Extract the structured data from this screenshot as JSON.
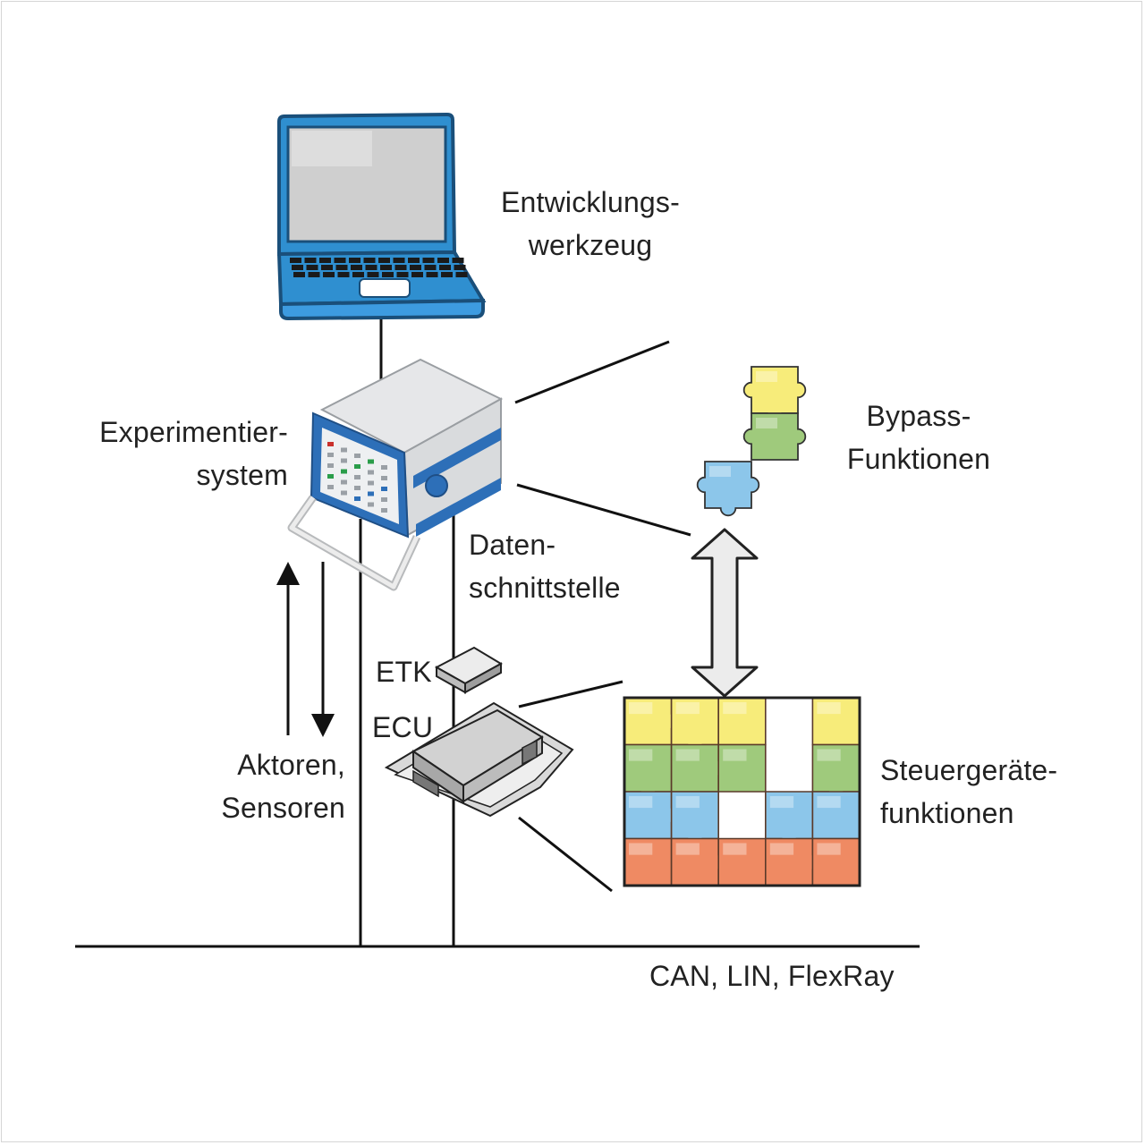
{
  "labels": {
    "dev_tool_1": "Entwicklungs-",
    "dev_tool_2": "werkzeug",
    "exp_system_1": "Experimentier-",
    "exp_system_2": "system",
    "bypass_1": "Bypass-",
    "bypass_2": "Funktionen",
    "data_interface_1": "Daten-",
    "data_interface_2": "schnittstelle",
    "etk": "ETK",
    "ecu": "ECU",
    "actuators_1": "Aktoren,",
    "actuators_2": "Sensoren",
    "ecu_functions_1": "Steuergeräte-",
    "ecu_functions_2": "funktionen",
    "bus": "CAN, LIN, FlexRay"
  },
  "colors": {
    "laptop_blue": "#2f8fd0",
    "laptop_dark": "#1a4f7a",
    "screen": "#d0d0d0",
    "device_blue": "#2d6fb8",
    "device_grey": "#dadcde",
    "puzzle_yellow": "#f7ec7a",
    "puzzle_green": "#9fca7c",
    "puzzle_blue": "#8cc6ea",
    "puzzle_red": "#ef8a63",
    "line": "#111111"
  },
  "icons": {
    "laptop": "laptop-icon",
    "experiment_system": "experiment-system-icon",
    "etk": "etk-module-icon",
    "ecu": "ecu-board-icon",
    "bypass": "puzzle-bypass-icon",
    "ecu_functions": "puzzle-grid-icon"
  },
  "puzzle_grid": {
    "rows": [
      [
        "yellow",
        "yellow",
        "yellow",
        "empty",
        "yellow"
      ],
      [
        "green",
        "green",
        "green",
        "empty",
        "green"
      ],
      [
        "blue",
        "blue",
        "empty",
        "blue",
        "blue"
      ],
      [
        "red",
        "red",
        "red",
        "red",
        "red"
      ]
    ]
  },
  "bypass_pieces": [
    "yellow",
    "green",
    "blue"
  ]
}
